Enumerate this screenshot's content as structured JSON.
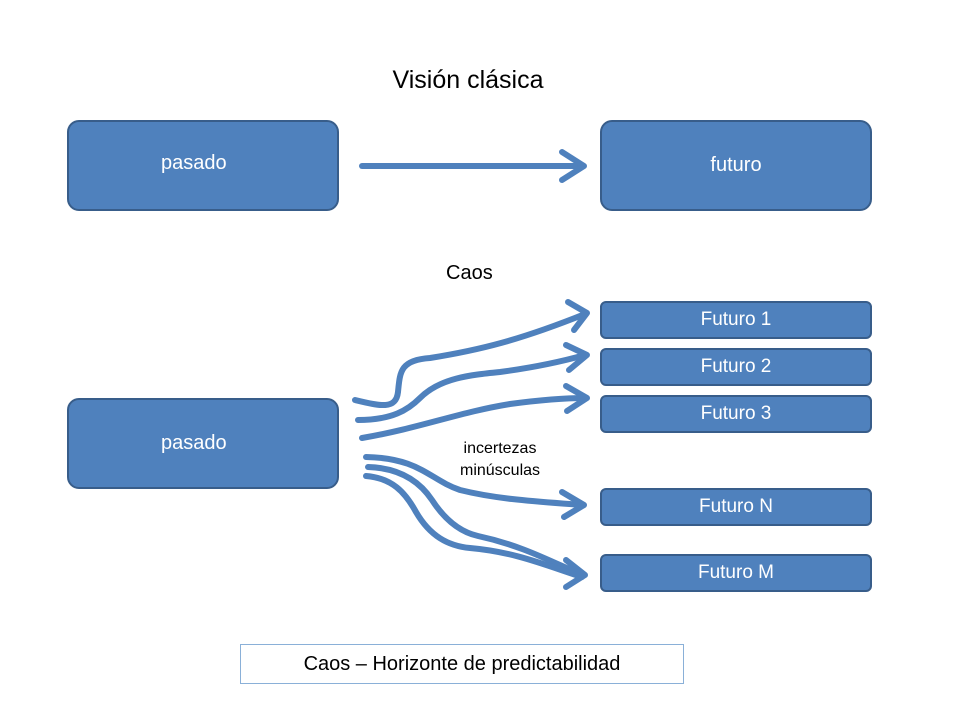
{
  "title": "Visión clásica",
  "classic": {
    "past": "pasado",
    "future": "futuro"
  },
  "chaos": {
    "label": "Caos",
    "past": "pasado",
    "uncertainty": [
      "incertezas",
      "minúsculas"
    ],
    "futures": [
      "Futuro 1",
      "Futuro 2",
      "Futuro 3",
      "Futuro N",
      "Futuro M"
    ]
  },
  "footer": "Caos – Horizonte de predictabilidad",
  "colors": {
    "box_fill": "#4f81bd",
    "box_border": "#385d8a",
    "arrow": "#4f81bd",
    "footer_border": "#8ab0d8"
  }
}
